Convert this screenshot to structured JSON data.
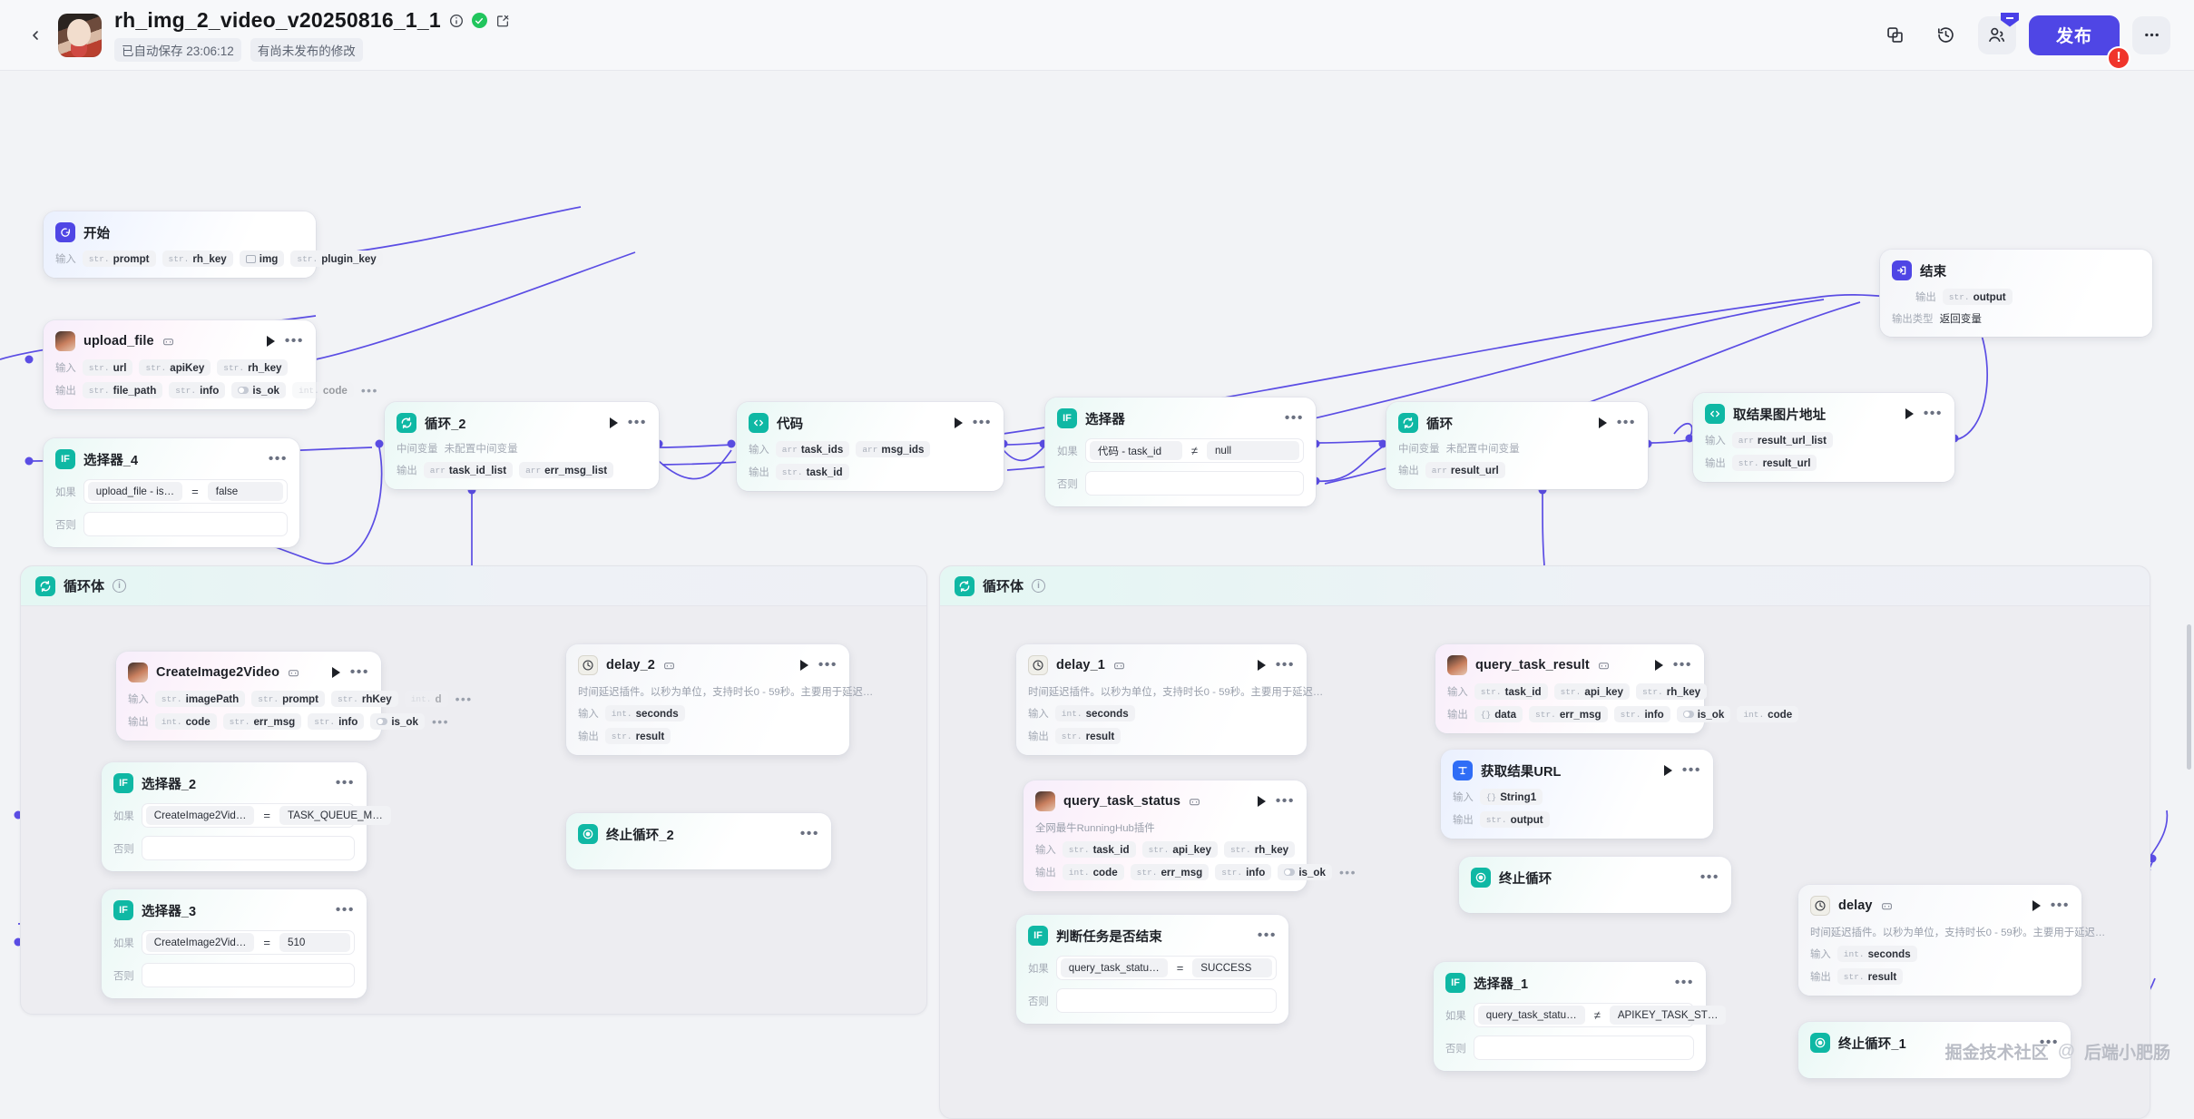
{
  "header": {
    "back_icon": "chevron-left-icon",
    "title": "rh_img_2_video_v20250816_1_1",
    "info_icon": "info-circle-icon",
    "verified_icon": "check-circle-icon",
    "edit_icon": "edit-square-icon",
    "autosave": "已自动保存 23:06:12",
    "unpublished": "有尚未发布的修改",
    "duplicate_icon": "copy-icon",
    "history_icon": "history-clock-icon",
    "members_icon": "members-icon",
    "publish_label": "发布",
    "more_icon": "more-horizontal-icon",
    "error_badge": "!"
  },
  "labels": {
    "input": "输入",
    "output": "输出",
    "if": "如果",
    "else": "否则",
    "middle_var": "中间变量",
    "middle_var_empty": "未配置中间变量",
    "output_type": "输出类型",
    "return_var": "返回变量"
  },
  "groups": [
    {
      "title": "循环体",
      "icon": "loop-icon"
    },
    {
      "title": "循环体",
      "icon": "loop-icon"
    }
  ],
  "nodes": {
    "start": {
      "title": "开始",
      "icon": "start-icon",
      "inputs": [
        {
          "type": "str.",
          "name": "prompt"
        },
        {
          "type": "str.",
          "name": "rh_key"
        },
        {
          "type": "img",
          "name": "img"
        },
        {
          "type": "str.",
          "name": "plugin_key"
        }
      ]
    },
    "upload_file": {
      "title": "upload_file",
      "icon": "plugin-avatar-icon",
      "inputs": [
        {
          "type": "str.",
          "name": "url"
        },
        {
          "type": "str.",
          "name": "apiKey"
        },
        {
          "type": "str.",
          "name": "rh_key"
        }
      ],
      "outputs": [
        {
          "type": "str.",
          "name": "file_path"
        },
        {
          "type": "str.",
          "name": "info"
        },
        {
          "type": "bool",
          "name": "is_ok"
        },
        {
          "type": "int.",
          "name": "code"
        }
      ]
    },
    "selector_4": {
      "title": "选择器_4",
      "icon": "if-icon",
      "if_left": "upload_file - is…",
      "if_op": "=",
      "if_right": "false",
      "else_value": ""
    },
    "loop_2": {
      "title": "循环_2",
      "icon": "loop-icon",
      "outputs": [
        {
          "type": "arr",
          "name": "task_id_list"
        },
        {
          "type": "arr",
          "name": "err_msg_list"
        }
      ]
    },
    "code": {
      "title": "代码",
      "icon": "code-icon",
      "inputs": [
        {
          "type": "arr",
          "name": "task_ids"
        },
        {
          "type": "arr",
          "name": "msg_ids"
        }
      ],
      "outputs": [
        {
          "type": "str.",
          "name": "task_id"
        }
      ]
    },
    "selector": {
      "title": "选择器",
      "icon": "if-icon",
      "if_left": "代码 - task_id",
      "if_op": "≠",
      "if_right": "null",
      "else_value": ""
    },
    "loop": {
      "title": "循环",
      "icon": "loop-icon",
      "outputs": [
        {
          "type": "arr",
          "name": "result_url"
        }
      ]
    },
    "get_result_img": {
      "title": "取结果图片地址",
      "icon": "code-icon",
      "inputs": [
        {
          "type": "arr",
          "name": "result_url_list"
        }
      ],
      "outputs": [
        {
          "type": "str.",
          "name": "result_url"
        }
      ]
    },
    "end": {
      "title": "结束",
      "icon": "end-icon",
      "outputs": [
        {
          "type": "str.",
          "name": "output"
        }
      ],
      "output_type_value": "返回变量"
    },
    "create_image2video": {
      "title": "CreateImage2Video",
      "icon": "plugin-avatar-icon",
      "inputs": [
        {
          "type": "str.",
          "name": "imagePath"
        },
        {
          "type": "str.",
          "name": "prompt"
        },
        {
          "type": "str.",
          "name": "rhKey"
        },
        {
          "type": "int.",
          "name": "d"
        }
      ],
      "outputs": [
        {
          "type": "int.",
          "name": "code"
        },
        {
          "type": "str.",
          "name": "err_msg"
        },
        {
          "type": "str.",
          "name": "info"
        },
        {
          "type": "bool",
          "name": "is_ok"
        }
      ]
    },
    "selector_2": {
      "title": "选择器_2",
      "icon": "if-icon",
      "if_left": "CreateImage2Vid…",
      "if_op": "=",
      "if_right": "TASK_QUEUE_M…",
      "else_value": ""
    },
    "selector_3": {
      "title": "选择器_3",
      "icon": "if-icon",
      "if_left": "CreateImage2Vid…",
      "if_op": "=",
      "if_right": "510",
      "else_value": ""
    },
    "delay_2": {
      "title": "delay_2",
      "icon": "clock-icon",
      "desc": "时间延迟插件。以秒为单位，支持时长0 - 59秒。主要用于延迟…",
      "inputs": [
        {
          "type": "int.",
          "name": "seconds"
        }
      ],
      "outputs": [
        {
          "type": "str.",
          "name": "result"
        }
      ]
    },
    "break_loop_2": {
      "title": "终止循环_2",
      "icon": "stop-icon"
    },
    "delay_1": {
      "title": "delay_1",
      "icon": "clock-icon",
      "desc": "时间延迟插件。以秒为单位，支持时长0 - 59秒。主要用于延迟…",
      "inputs": [
        {
          "type": "int.",
          "name": "seconds"
        }
      ],
      "outputs": [
        {
          "type": "str.",
          "name": "result"
        }
      ]
    },
    "query_task_status": {
      "title": "query_task_status",
      "icon": "plugin-avatar-icon",
      "desc": "全网最牛RunningHub插件",
      "inputs": [
        {
          "type": "str.",
          "name": "task_id"
        },
        {
          "type": "str.",
          "name": "api_key"
        },
        {
          "type": "str.",
          "name": "rh_key"
        }
      ],
      "outputs": [
        {
          "type": "int.",
          "name": "code"
        },
        {
          "type": "str.",
          "name": "err_msg"
        },
        {
          "type": "str.",
          "name": "info"
        },
        {
          "type": "bool",
          "name": "is_ok"
        }
      ]
    },
    "judge_task_done": {
      "title": "判断任务是否结束",
      "icon": "if-icon",
      "if_left": "query_task_statu…",
      "if_op": "=",
      "if_right": "SUCCESS",
      "else_value": ""
    },
    "query_task_result": {
      "title": "query_task_result",
      "icon": "plugin-avatar-icon",
      "inputs": [
        {
          "type": "str.",
          "name": "task_id"
        },
        {
          "type": "str.",
          "name": "api_key"
        },
        {
          "type": "str.",
          "name": "rh_key"
        }
      ],
      "outputs": [
        {
          "type": "{}",
          "name": "data"
        },
        {
          "type": "str.",
          "name": "err_msg"
        },
        {
          "type": "str.",
          "name": "info"
        },
        {
          "type": "bool",
          "name": "is_ok"
        },
        {
          "type": "int.",
          "name": "code"
        }
      ]
    },
    "get_result_url": {
      "title": "获取结果URL",
      "icon": "text-tool-icon",
      "inputs": [
        {
          "type": "{}",
          "name": "String1"
        }
      ],
      "outputs": [
        {
          "type": "str.",
          "name": "output"
        }
      ]
    },
    "break_loop": {
      "title": "终止循环",
      "icon": "stop-icon"
    },
    "selector_1": {
      "title": "选择器_1",
      "icon": "if-icon",
      "if_left": "query_task_statu…",
      "if_op": "≠",
      "if_right": "APIKEY_TASK_ST…",
      "else_value": ""
    },
    "delay": {
      "title": "delay",
      "icon": "clock-icon",
      "desc": "时间延迟插件。以秒为单位，支持时长0 - 59秒。主要用于延迟…",
      "inputs": [
        {
          "type": "int.",
          "name": "seconds"
        }
      ],
      "outputs": [
        {
          "type": "str.",
          "name": "result"
        }
      ]
    },
    "break_loop_1": {
      "title": "终止循环_1",
      "icon": "stop-icon"
    }
  },
  "watermark": {
    "left": "掘金技术社区",
    "sep": "@",
    "right": "后端小肥肠"
  }
}
